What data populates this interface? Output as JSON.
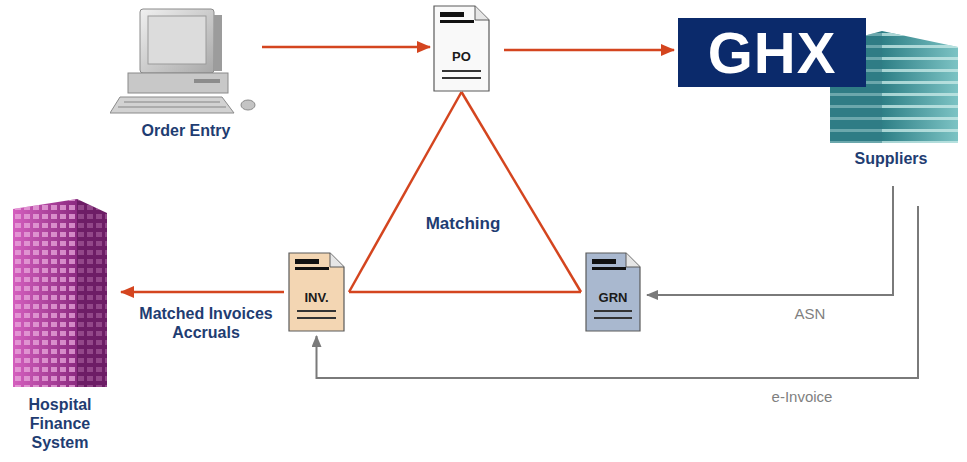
{
  "diagram": {
    "nodes": [
      {
        "text": [
          "Order Entry"
        ]
      },
      {
        "text": [
          "PO"
        ]
      },
      {
        "text": [
          "GHX"
        ]
      },
      {
        "text": [
          "Suppliers"
        ]
      },
      {
        "text": [
          "Hospital Finance System"
        ]
      },
      {
        "text": [
          "INV."
        ]
      },
      {
        "text": [
          "GRN"
        ]
      }
    ],
    "edges": [
      {
        "from": 0,
        "to": 1,
        "arrow": "to"
      },
      {
        "from": 1,
        "to": 2,
        "arrow": "to"
      },
      {
        "from": 1,
        "to": 5,
        "arrow": "none"
      },
      {
        "from": 5,
        "to": 6,
        "arrow": "none"
      },
      {
        "from": 6,
        "to": 1,
        "arrow": "none"
      },
      {
        "from": 3,
        "to": 6,
        "label": "ASN",
        "arrow": "to"
      },
      {
        "from": 3,
        "to": 5,
        "label": "e-Invoice",
        "arrow": "to"
      },
      {
        "from": 5,
        "to": 4,
        "label": "Matched Invoices Accruals",
        "arrow": "to"
      }
    ],
    "labels": [
      "Matching"
    ]
  }
}
